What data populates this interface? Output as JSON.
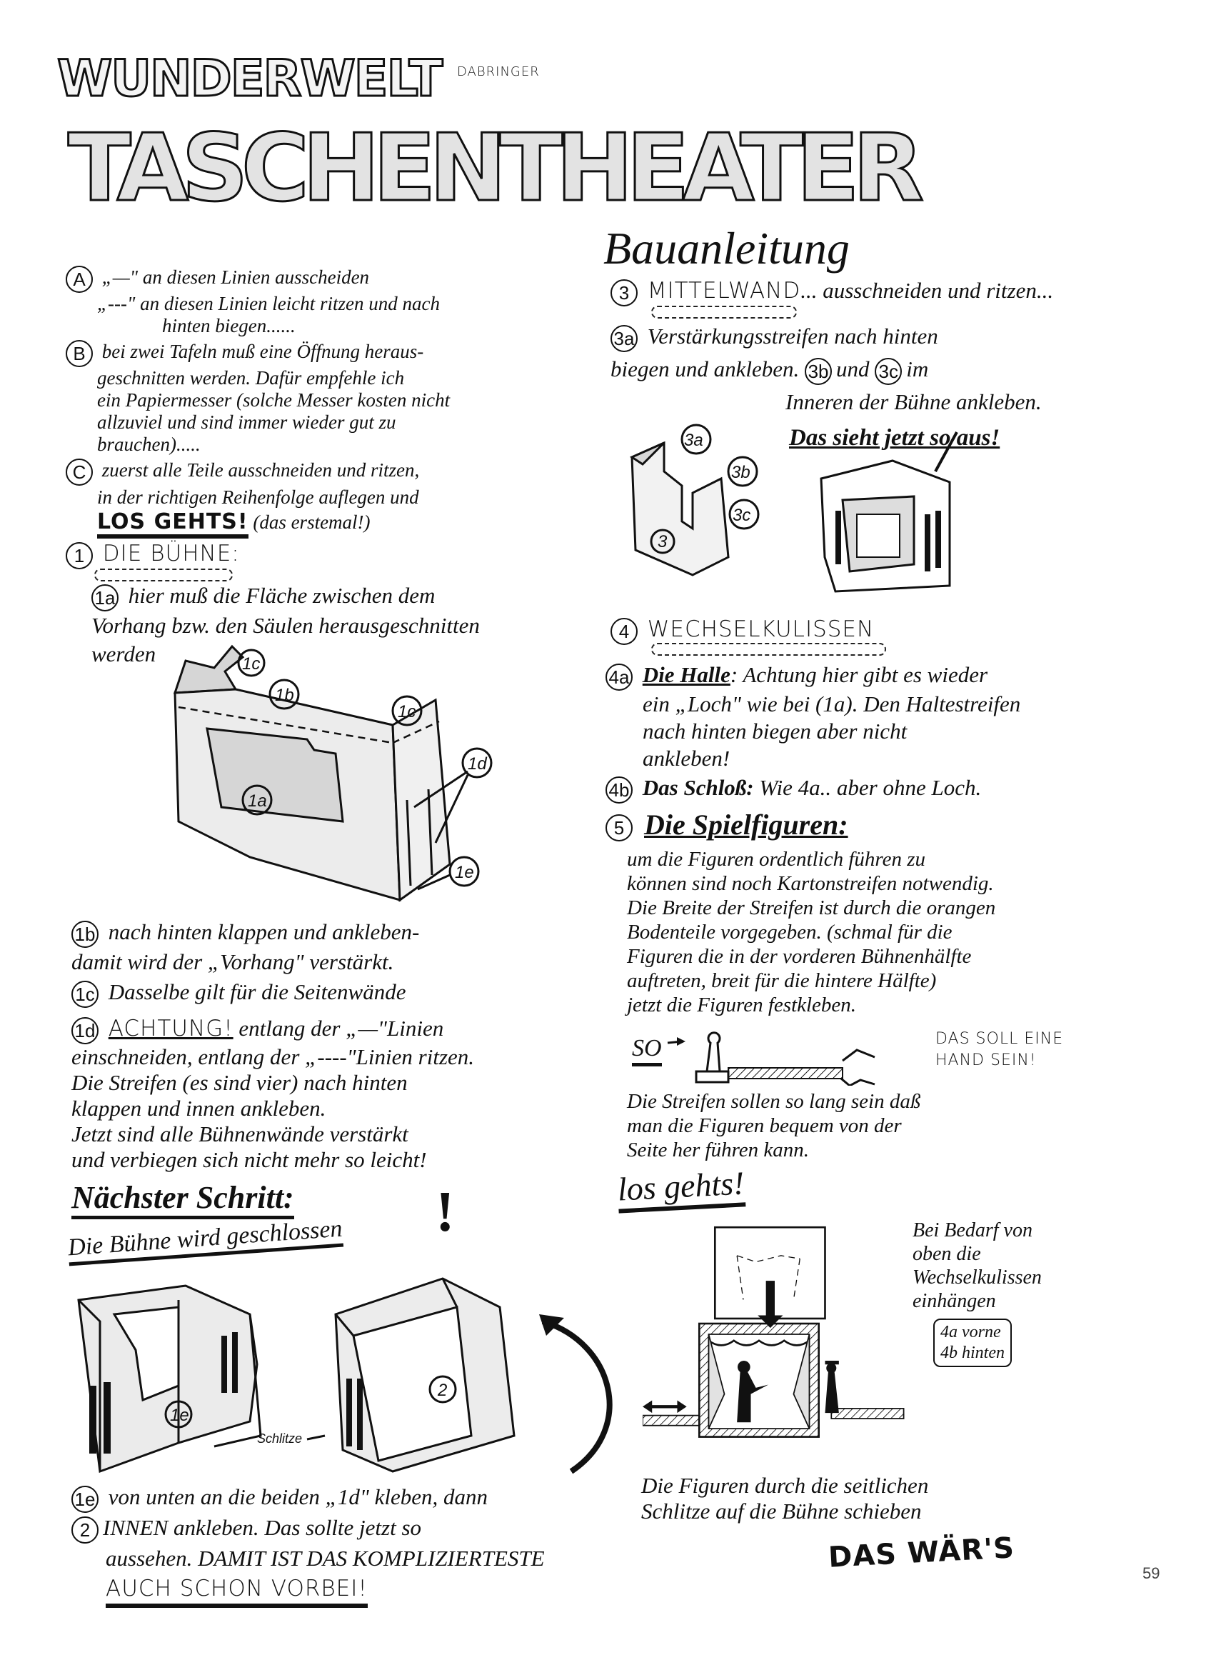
{
  "title": {
    "brand": "WUNDERWELT",
    "author": "DABRINGER",
    "main": "TASCHENTHEATER",
    "subtitle": "Bauanleitung"
  },
  "intro": {
    "A": {
      "marker": "A",
      "lines": [
        "„—\" an diesen Linien ausscheiden",
        "„---\" an diesen Linien leicht ritzen und nach",
        "hinten biegen......"
      ]
    },
    "B": {
      "marker": "B",
      "lines": [
        "bei zwei Tafeln muß eine Öffnung heraus-",
        "geschnitten werden. Dafür empfehle ich",
        "ein Papiermesser (solche Messer kosten nicht",
        "allzuviel und sind immer wieder gut zu",
        "brauchen)....."
      ]
    },
    "C": {
      "marker": "C",
      "lines": [
        "zuerst alle Teile ausschneiden und ritzen,",
        "in der richtigen Reihenfolge auflegen und"
      ],
      "shout": "LOS GEHTS!",
      "note": "(das erstemal!)"
    }
  },
  "step1": {
    "marker": "1",
    "heading": "DIE BÜHNE:",
    "a": {
      "marker": "1a",
      "lines": [
        "hier muß die Fläche zwischen dem",
        "Vorhang bzw. den Säulen herausgeschnitten",
        "werden"
      ]
    },
    "labels": {
      "c1": "1c",
      "b": "1b",
      "c2": "1c",
      "d": "1d",
      "a": "1a",
      "e": "1e"
    },
    "b": {
      "marker": "1b",
      "lines": [
        "nach hinten klappen und ankleben-",
        "damit wird der „Vorhang\" verstärkt."
      ]
    },
    "c": {
      "marker": "1c",
      "lines": [
        "Dasselbe gilt für die Seitenwände"
      ]
    },
    "d": {
      "marker": "1d",
      "warning": "ACHTUNG!",
      "lines": [
        "entlang der „—\"Linien",
        "einschneiden, entlang der „----\"Linien ritzen.",
        "Die Streifen (es sind vier) nach hinten",
        "klappen und innen ankleben.",
        "Jetzt sind alle Bühnenwände verstärkt",
        "und verbiegen sich nicht mehr so leicht!"
      ]
    }
  },
  "next": {
    "heading": "Nächster Schritt:",
    "bang": "!",
    "sub": "Die Bühne wird geschlossen"
  },
  "step2": {
    "labels": {
      "e": "1e",
      "slits": "Schlitze",
      "two": "2"
    },
    "marker_e": "1e",
    "marker_2": "2",
    "lines": [
      "von unten an die beiden „1d\" kleben, dann",
      "INNEN ankleben. Das sollte jetzt so",
      "aussehen. DAMIT IST DAS KOMPLIZIERTESTE",
      "AUCH SCHON VORBEI!"
    ]
  },
  "step3": {
    "marker": "3",
    "heading": "MITTELWAND",
    "rest": "... ausschneiden und ritzen...",
    "a": {
      "marker": "3a",
      "line1": "Verstärkungsstreifen nach hinten",
      "line2a": "biegen und ankleben.",
      "m3b": "3b",
      "und": "und",
      "m3c": "3c",
      "im": "im",
      "line3": "Inneren der Bühne ankleben."
    },
    "result": "Das sieht jetzt so aus!",
    "labels": {
      "a": "3a",
      "b": "3b",
      "c": "3c",
      "n": "3"
    }
  },
  "step4": {
    "marker": "4",
    "heading": "WECHSELKULISSEN",
    "a": {
      "marker": "4a",
      "title": "Die Halle",
      "lines": [
        ": Achtung hier gibt es wieder",
        "ein „Loch\" wie bei (1a). Den Haltestreifen",
        "nach hinten biegen aber nicht",
        "ankleben!"
      ]
    },
    "b": {
      "marker": "4b",
      "title": "Das Schloß:",
      "text": "Wie 4a.. aber ohne Loch."
    }
  },
  "step5": {
    "marker": "5",
    "heading": "Die Spielfiguren:",
    "lines": [
      "um die Figuren ordentlich führen zu",
      "können sind noch Kartonstreifen notwendig.",
      "Die Breite der Streifen ist durch die orangen",
      "Bodenteile vorgegeben. (schmal für die",
      "Figuren die in der vorderen Bühnenhälfte",
      "auftreten, breit für die hintere Hälfte)",
      "jetzt die Figuren festkleben."
    ],
    "so": "SO",
    "hand": [
      "DAS SOLL EINE",
      "HAND SEIN!"
    ],
    "lines2": [
      "Die Streifen sollen so lang sein daß",
      "man die Figuren bequem von der",
      "Seite her führen kann."
    ],
    "go": "los gehts!"
  },
  "final": {
    "note": [
      "Bei Bedarf von",
      "oben die",
      "Wechselkulissen",
      "einhängen"
    ],
    "box": [
      "4a vorne",
      "4b hinten"
    ],
    "caption": [
      "Die Figuren durch die seitlichen",
      "Schlitze auf die Bühne schieben"
    ],
    "end": "DAS WÄR'S"
  },
  "page_number": "59"
}
